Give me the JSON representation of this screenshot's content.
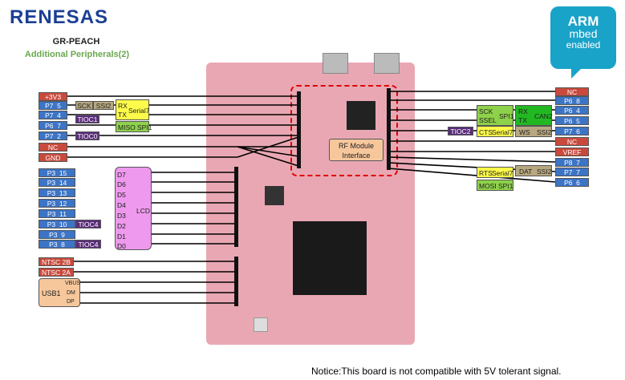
{
  "brand": "RENESAS",
  "title": "GR-PEACH",
  "subtitle": "Additional Peripherals(2)",
  "badge": {
    "line1": "ARM",
    "line2": "mbed",
    "line3": "enabled"
  },
  "board": {
    "rf_label": "RF Module Interface",
    "lcd_label": "LCD"
  },
  "left_pins": [
    "+3V3",
    "P7_5",
    "P7_4",
    "P6_7",
    "P7_2",
    "NC",
    "GND"
  ],
  "left_lcd_pins": [
    "P3_15",
    "P3_14",
    "P3_13",
    "P3_12",
    "P3_11",
    "P3_10",
    "P3_9",
    "P3_8"
  ],
  "lcd_data": [
    "D7",
    "D6",
    "D5",
    "D4",
    "D3",
    "D2",
    "D1",
    "D0"
  ],
  "ntsc": [
    "NTSC 2B",
    "NTSC 2A"
  ],
  "usb": {
    "name": "USB1",
    "pins": [
      "VBUS",
      "DM",
      "DP"
    ]
  },
  "left_func": {
    "sck": "SCK",
    "ssi2": "SSI2",
    "rx": "RX",
    "tx": "TX",
    "serial7": "Serial7",
    "tioc1": "TIOC1",
    "miso": "MISO",
    "spi1": "SPI1",
    "tioc0": "TIOC0",
    "tioc4a": "TIOC4",
    "tioc4b": "TIOC4"
  },
  "right_pins": [
    "NC",
    "P6_8",
    "P6_4",
    "P6_5",
    "P7_6",
    "NC",
    "VREF",
    "P8_7",
    "P7_7",
    "P6_6"
  ],
  "right_func": {
    "sck": "SCK",
    "ssel": "SSEL",
    "spi1": "SPI1",
    "rx": "RX",
    "tx": "TX",
    "can2": "CAN2",
    "tioc2": "TIOC2",
    "cts": "CTS",
    "serial7": "Serial7",
    "ws": "WS",
    "ssi2": "SSI2",
    "rts": "RTS",
    "serial7b": "Serial7",
    "dat": "DAT",
    "ssi2b": "SSI2",
    "mosi": "MOSI",
    "spi1b": "SPI1"
  },
  "notice": "Notice:This board is not compatible with 5V tolerant signal."
}
